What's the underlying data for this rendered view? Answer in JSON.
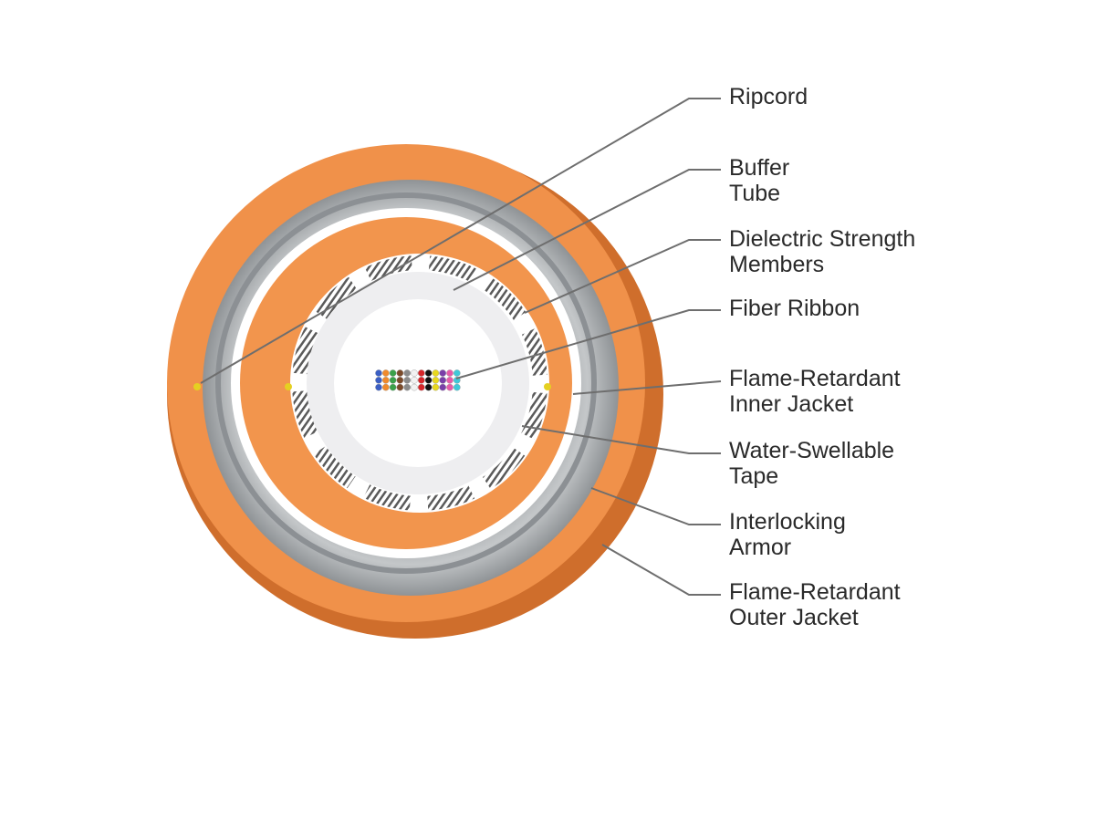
{
  "colors": {
    "outer_jacket": "#f0914a",
    "outer_jacket_dark": "#cf6e2c",
    "armor": "#a9adb0",
    "armor_dark": "#8c9094",
    "inner_jacket": "#f2954d",
    "buffer_tube": "#eeeef0",
    "leader": "#6e6e6e",
    "ripcord": "#e5d021"
  },
  "fiber_colors": [
    "#3b5fc4",
    "#f08a2c",
    "#3aa14a",
    "#7a4a2a",
    "#8a8a8a",
    "#f2f2f2",
    "#d6262a",
    "#111111",
    "#e8d81e",
    "#7a3fa8",
    "#e65aa8",
    "#3fc8d8"
  ],
  "callouts": [
    {
      "id": "ripcord",
      "lines": [
        "Ripcord"
      ]
    },
    {
      "id": "buffer-tube",
      "lines": [
        "Buffer",
        "Tube"
      ]
    },
    {
      "id": "dielectric-strength-members",
      "lines": [
        "Dielectric Strength",
        "Members"
      ]
    },
    {
      "id": "fiber-ribbon",
      "lines": [
        "Fiber Ribbon"
      ]
    },
    {
      "id": "inner-jacket",
      "lines": [
        "Flame-Retardant",
        "Inner Jacket"
      ]
    },
    {
      "id": "water-swellable-tape",
      "lines": [
        "Water-Swellable",
        "Tape"
      ]
    },
    {
      "id": "interlocking-armor",
      "lines": [
        "Interlocking",
        "Armor"
      ]
    },
    {
      "id": "outer-jacket",
      "lines": [
        "Flame-Retardant",
        "Outer Jacket"
      ]
    }
  ]
}
